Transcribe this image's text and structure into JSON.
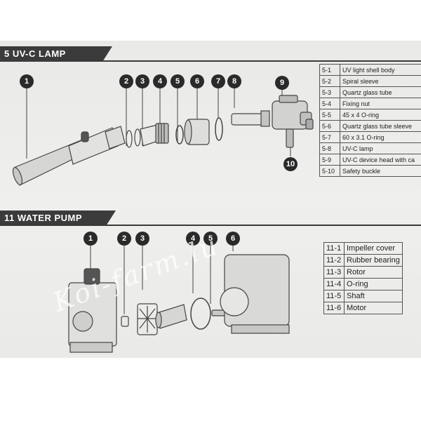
{
  "sections": {
    "uv_lamp": {
      "title": "5 UV-C LAMP",
      "callouts": [
        "1",
        "2",
        "3",
        "4",
        "5",
        "6",
        "7",
        "8",
        "9",
        "10"
      ],
      "parts": [
        {
          "code": "5-1",
          "name": "UV light shell body"
        },
        {
          "code": "5-2",
          "name": "Spiral sleeve"
        },
        {
          "code": "5-3",
          "name": "Quartz glass tube"
        },
        {
          "code": "5-4",
          "name": "Fixing nut"
        },
        {
          "code": "5-5",
          "name": "45 x 4 O-ring"
        },
        {
          "code": "5-6",
          "name": "Quartz glass tube sleeve"
        },
        {
          "code": "5-7",
          "name": "60 x 3.1 O-ring"
        },
        {
          "code": "5-8",
          "name": "UV-C lamp"
        },
        {
          "code": "5-9",
          "name": "UV-C device head with ca"
        },
        {
          "code": "5-10",
          "name": "Safety buckle"
        }
      ]
    },
    "water_pump": {
      "title": "11 WATER PUMP",
      "callouts": [
        "1",
        "2",
        "3",
        "4",
        "5",
        "6"
      ],
      "parts": [
        {
          "code": "11-1",
          "name": "Impeller cover"
        },
        {
          "code": "11-2",
          "name": "Rubber bearing"
        },
        {
          "code": "11-3",
          "name": "Rotor"
        },
        {
          "code": "11-4",
          "name": "O-ring"
        },
        {
          "code": "11-5",
          "name": "Shaft"
        },
        {
          "code": "11-6",
          "name": "Motor"
        }
      ]
    }
  },
  "watermark": "Koi-farm.lu",
  "colors": {
    "header": "#3b3b3b",
    "paper": "#ecece9",
    "callout": "#2a2a2a"
  }
}
